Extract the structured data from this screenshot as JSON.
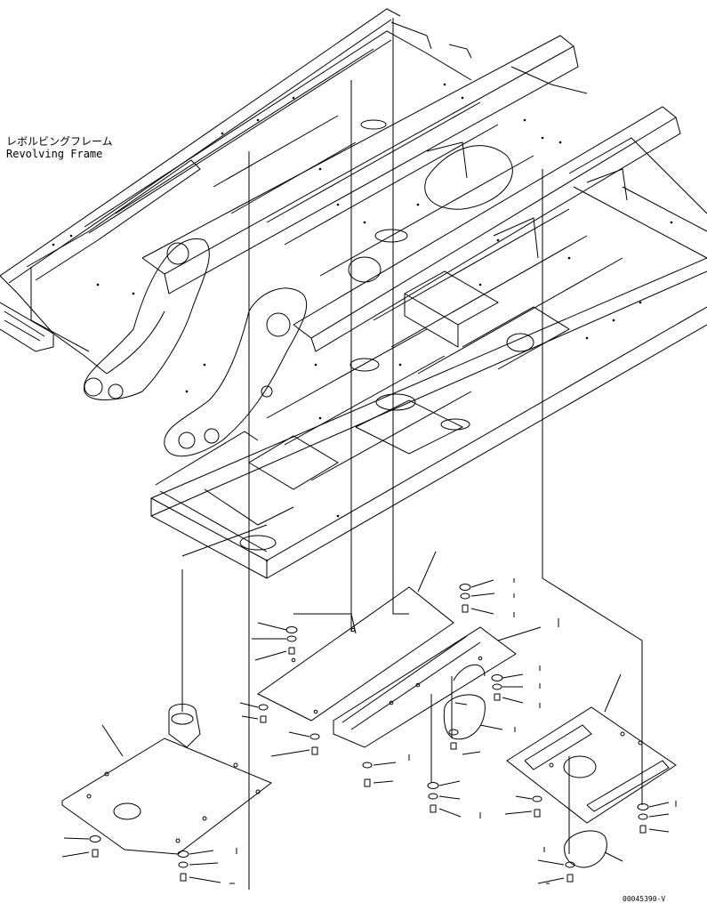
{
  "title_jp": "レボルビングフレーム",
  "title_en": "Revolving Frame",
  "figure_id": "00045390-V"
}
